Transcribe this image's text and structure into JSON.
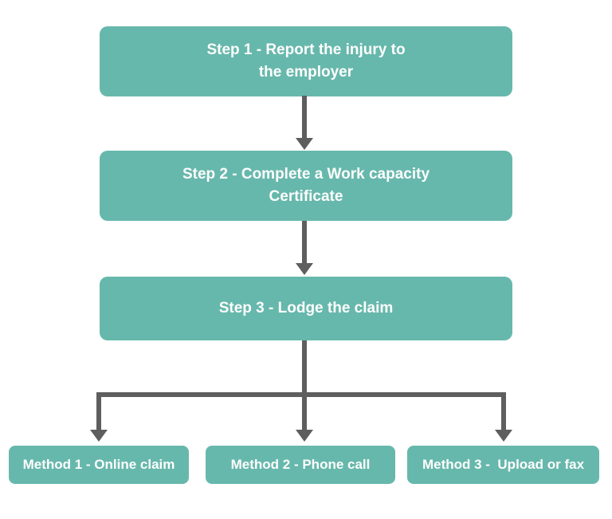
{
  "flowchart": {
    "steps": [
      {
        "id": "step-1",
        "label": "Step 1 - Report the injury to\nthe employer"
      },
      {
        "id": "step-2",
        "label": "Step 2 - Complete a Work capacity\nCertificate"
      },
      {
        "id": "step-3",
        "label": "Step 3 - Lodge the claim"
      }
    ],
    "methods": [
      {
        "id": "method-1",
        "label": "Method 1 - Online claim"
      },
      {
        "id": "method-2",
        "label": "Method 2 - Phone call"
      },
      {
        "id": "method-3",
        "label": "Method 3 -  Upload or fax"
      }
    ],
    "edges": [
      {
        "from": "step-1",
        "to": "step-2"
      },
      {
        "from": "step-2",
        "to": "step-3"
      },
      {
        "from": "step-3",
        "to": "method-1"
      },
      {
        "from": "step-3",
        "to": "method-2"
      },
      {
        "from": "step-3",
        "to": "method-3"
      }
    ]
  },
  "colors": {
    "node_fill": "#67b8ac",
    "node_text": "#fdfdfd",
    "connector": "#5e5e5e",
    "background": "#ffffff"
  }
}
